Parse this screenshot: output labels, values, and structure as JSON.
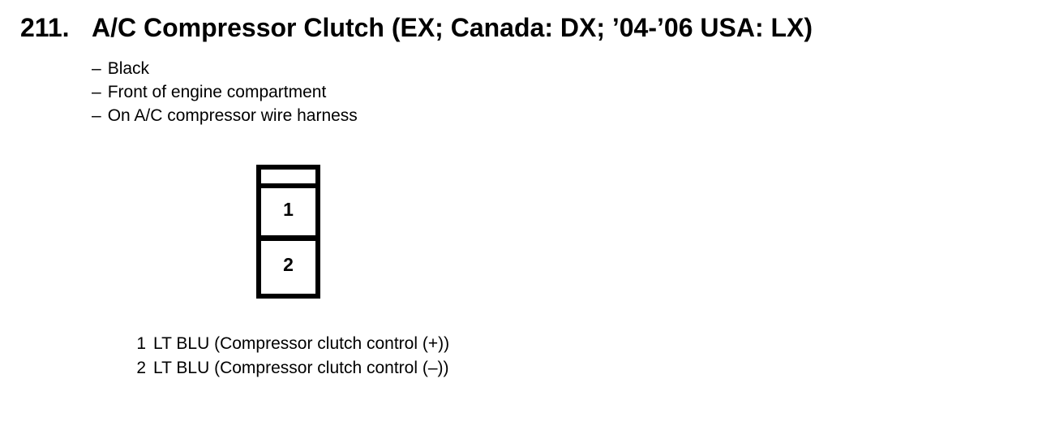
{
  "page": {
    "item_number": "211.",
    "title": "A/C Compressor Clutch (EX; Canada: DX; ’04-’06 USA: LX)"
  },
  "notes": {
    "bullet_char": "–",
    "items": [
      {
        "text": "Black"
      },
      {
        "text": "Front of engine compartment"
      },
      {
        "text": "On A/C compressor wire harness"
      }
    ]
  },
  "connector": {
    "pins": [
      {
        "number": "1"
      },
      {
        "number": "2"
      }
    ]
  },
  "legend": {
    "rows": [
      {
        "pin": "1",
        "description": "LT BLU (Compressor clutch control (+))"
      },
      {
        "pin": "2",
        "description": "LT BLU (Compressor clutch control (–))"
      }
    ]
  },
  "colors": {
    "text": "#000000",
    "background": "#ffffff",
    "line": "#000000"
  }
}
